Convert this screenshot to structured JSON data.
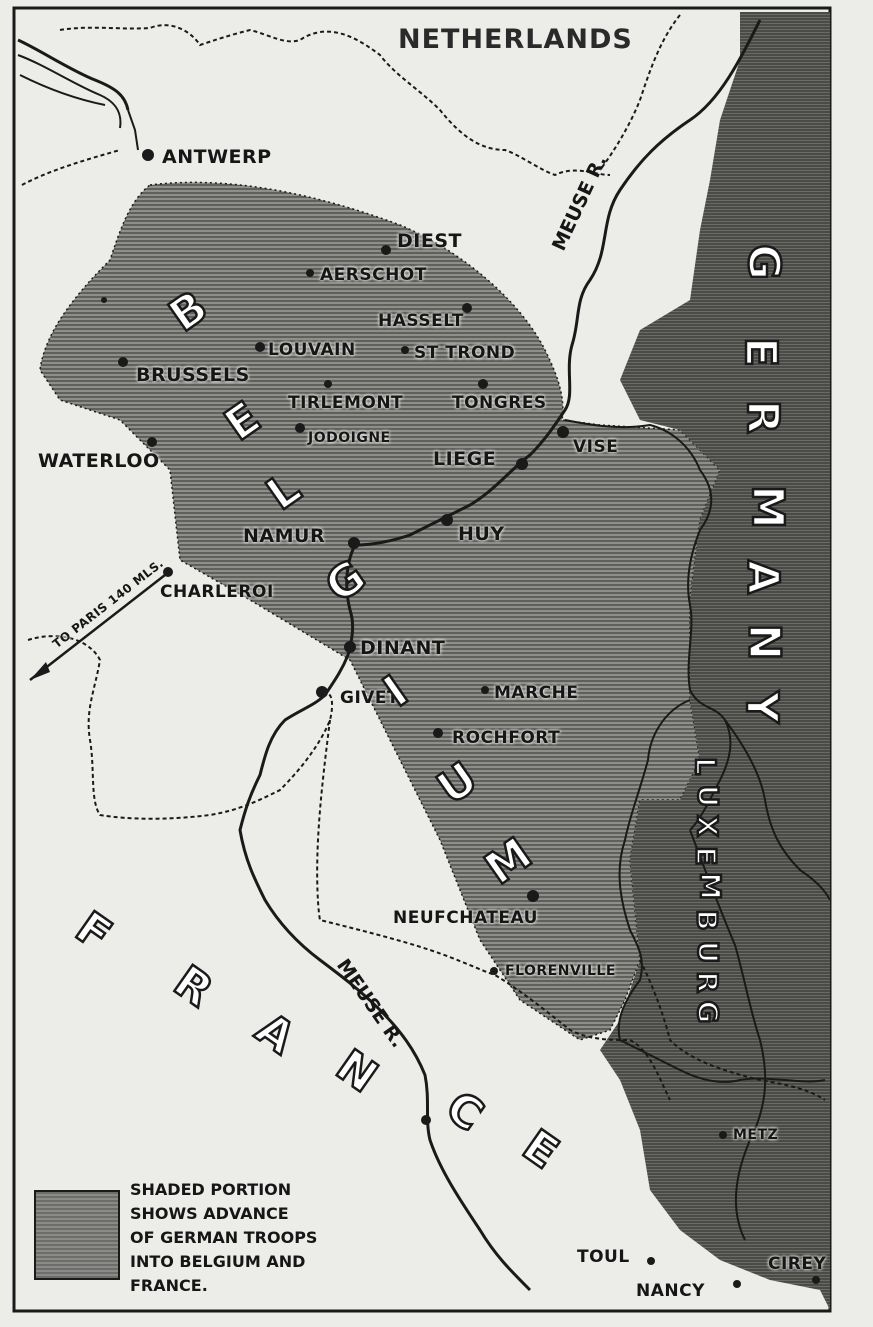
{
  "title": "NETHERLANDS",
  "countries": {
    "belgium": [
      "B",
      "E",
      "L",
      "G",
      "I",
      "U",
      "M"
    ],
    "germany": [
      "G",
      "E",
      "R",
      "M",
      "A",
      "N",
      "Y"
    ],
    "france": [
      "F",
      "R",
      "A",
      "N",
      "C",
      "E"
    ],
    "luxemburg": [
      "L",
      "U",
      "X",
      "E",
      "M",
      "B",
      "U",
      "R",
      "G"
    ]
  },
  "rivers": {
    "meuse_north": "MEUSE R.",
    "meuse_south": "MEUSE R."
  },
  "cities": {
    "antwerp": "ANTWERP",
    "diest": "DIEST",
    "aerschot": "AERSCHOT",
    "hasselt": "HASSELT",
    "louvain": "LOUVAIN",
    "st_trond": "ST TROND",
    "brussels": "BRUSSELS",
    "tirlemont": "TIRLEMONT",
    "tongres": "TONGRES",
    "vise": "VISE",
    "jodoigne": "JODOIGNE",
    "waterloo": "WATERLOO",
    "liege": "LIEGE",
    "namur": "NAMUR",
    "huy": "HUY",
    "charleroi": "CHARLEROI",
    "dinant": "DINANT",
    "givet": "GIVET",
    "marche": "MARCHE",
    "rochfort": "ROCHFORT",
    "neufchateau": "NEUFCHATEAU",
    "florenville": "FLORENVILLE",
    "metz": "METZ",
    "toul": "TOUL",
    "nancy": "NANCY",
    "cirey": "CIREY"
  },
  "paris_note": "TO PARIS 140 MLS.",
  "legend": {
    "lines": [
      "SHADED PORTION",
      "SHOWS ADVANCE",
      "OF GERMAN TROOPS",
      "INTO BELGIUM AND",
      "FRANCE."
    ],
    "fill_color": "#7a7a78"
  },
  "colors": {
    "background": "#ecece9",
    "shading": "#7c7c79",
    "ink": "#161616"
  }
}
